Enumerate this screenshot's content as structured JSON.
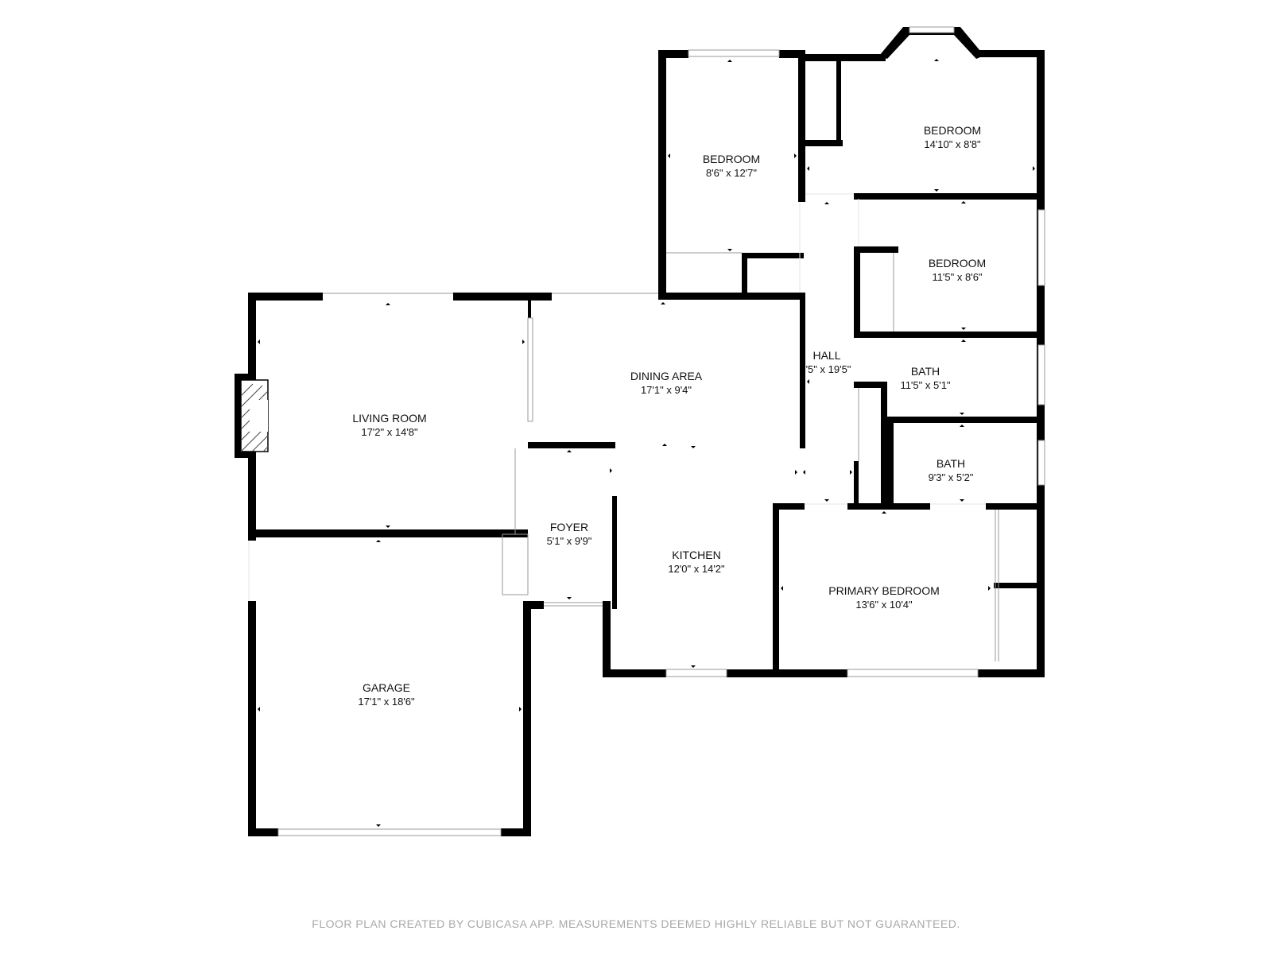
{
  "rooms": {
    "bedroom_nw": {
      "name": "BEDROOM",
      "dimensions": "8'6\" x 12'7\""
    },
    "bedroom_ne": {
      "name": "BEDROOM",
      "dimensions": "14'10\" x 8'8\""
    },
    "bedroom_e": {
      "name": "BEDROOM",
      "dimensions": "11'5\" x 8'6\""
    },
    "hall": {
      "name": "HALL",
      "dimensions": "'5\" x 19'5\""
    },
    "bath_upper": {
      "name": "BATH",
      "dimensions": "11'5\" x 5'1\""
    },
    "bath_lower": {
      "name": "BATH",
      "dimensions": "9'3\" x 5'2\""
    },
    "dining_area": {
      "name": "DINING AREA",
      "dimensions": "17'1\" x 9'4\""
    },
    "living_room": {
      "name": "LIVING ROOM",
      "dimensions": "17'2\" x 14'8\""
    },
    "foyer": {
      "name": "FOYER",
      "dimensions": "5'1\" x 9'9\""
    },
    "kitchen": {
      "name": "KITCHEN",
      "dimensions": "12'0\" x 14'2\""
    },
    "primary_bedroom": {
      "name": "PRIMARY BEDROOM",
      "dimensions": "13'6\" x 10'4\""
    },
    "garage": {
      "name": "GARAGE",
      "dimensions": "17'1\" x 18'6\""
    }
  },
  "footer": {
    "text": "FLOOR PLAN CREATED BY CUBICASA APP. MEASUREMENTS DEEMED HIGHLY RELIABLE BUT NOT GUARANTEED.",
    "color": "#a8a8a8"
  },
  "colors": {
    "wall": "#000000",
    "background": "#ffffff"
  }
}
